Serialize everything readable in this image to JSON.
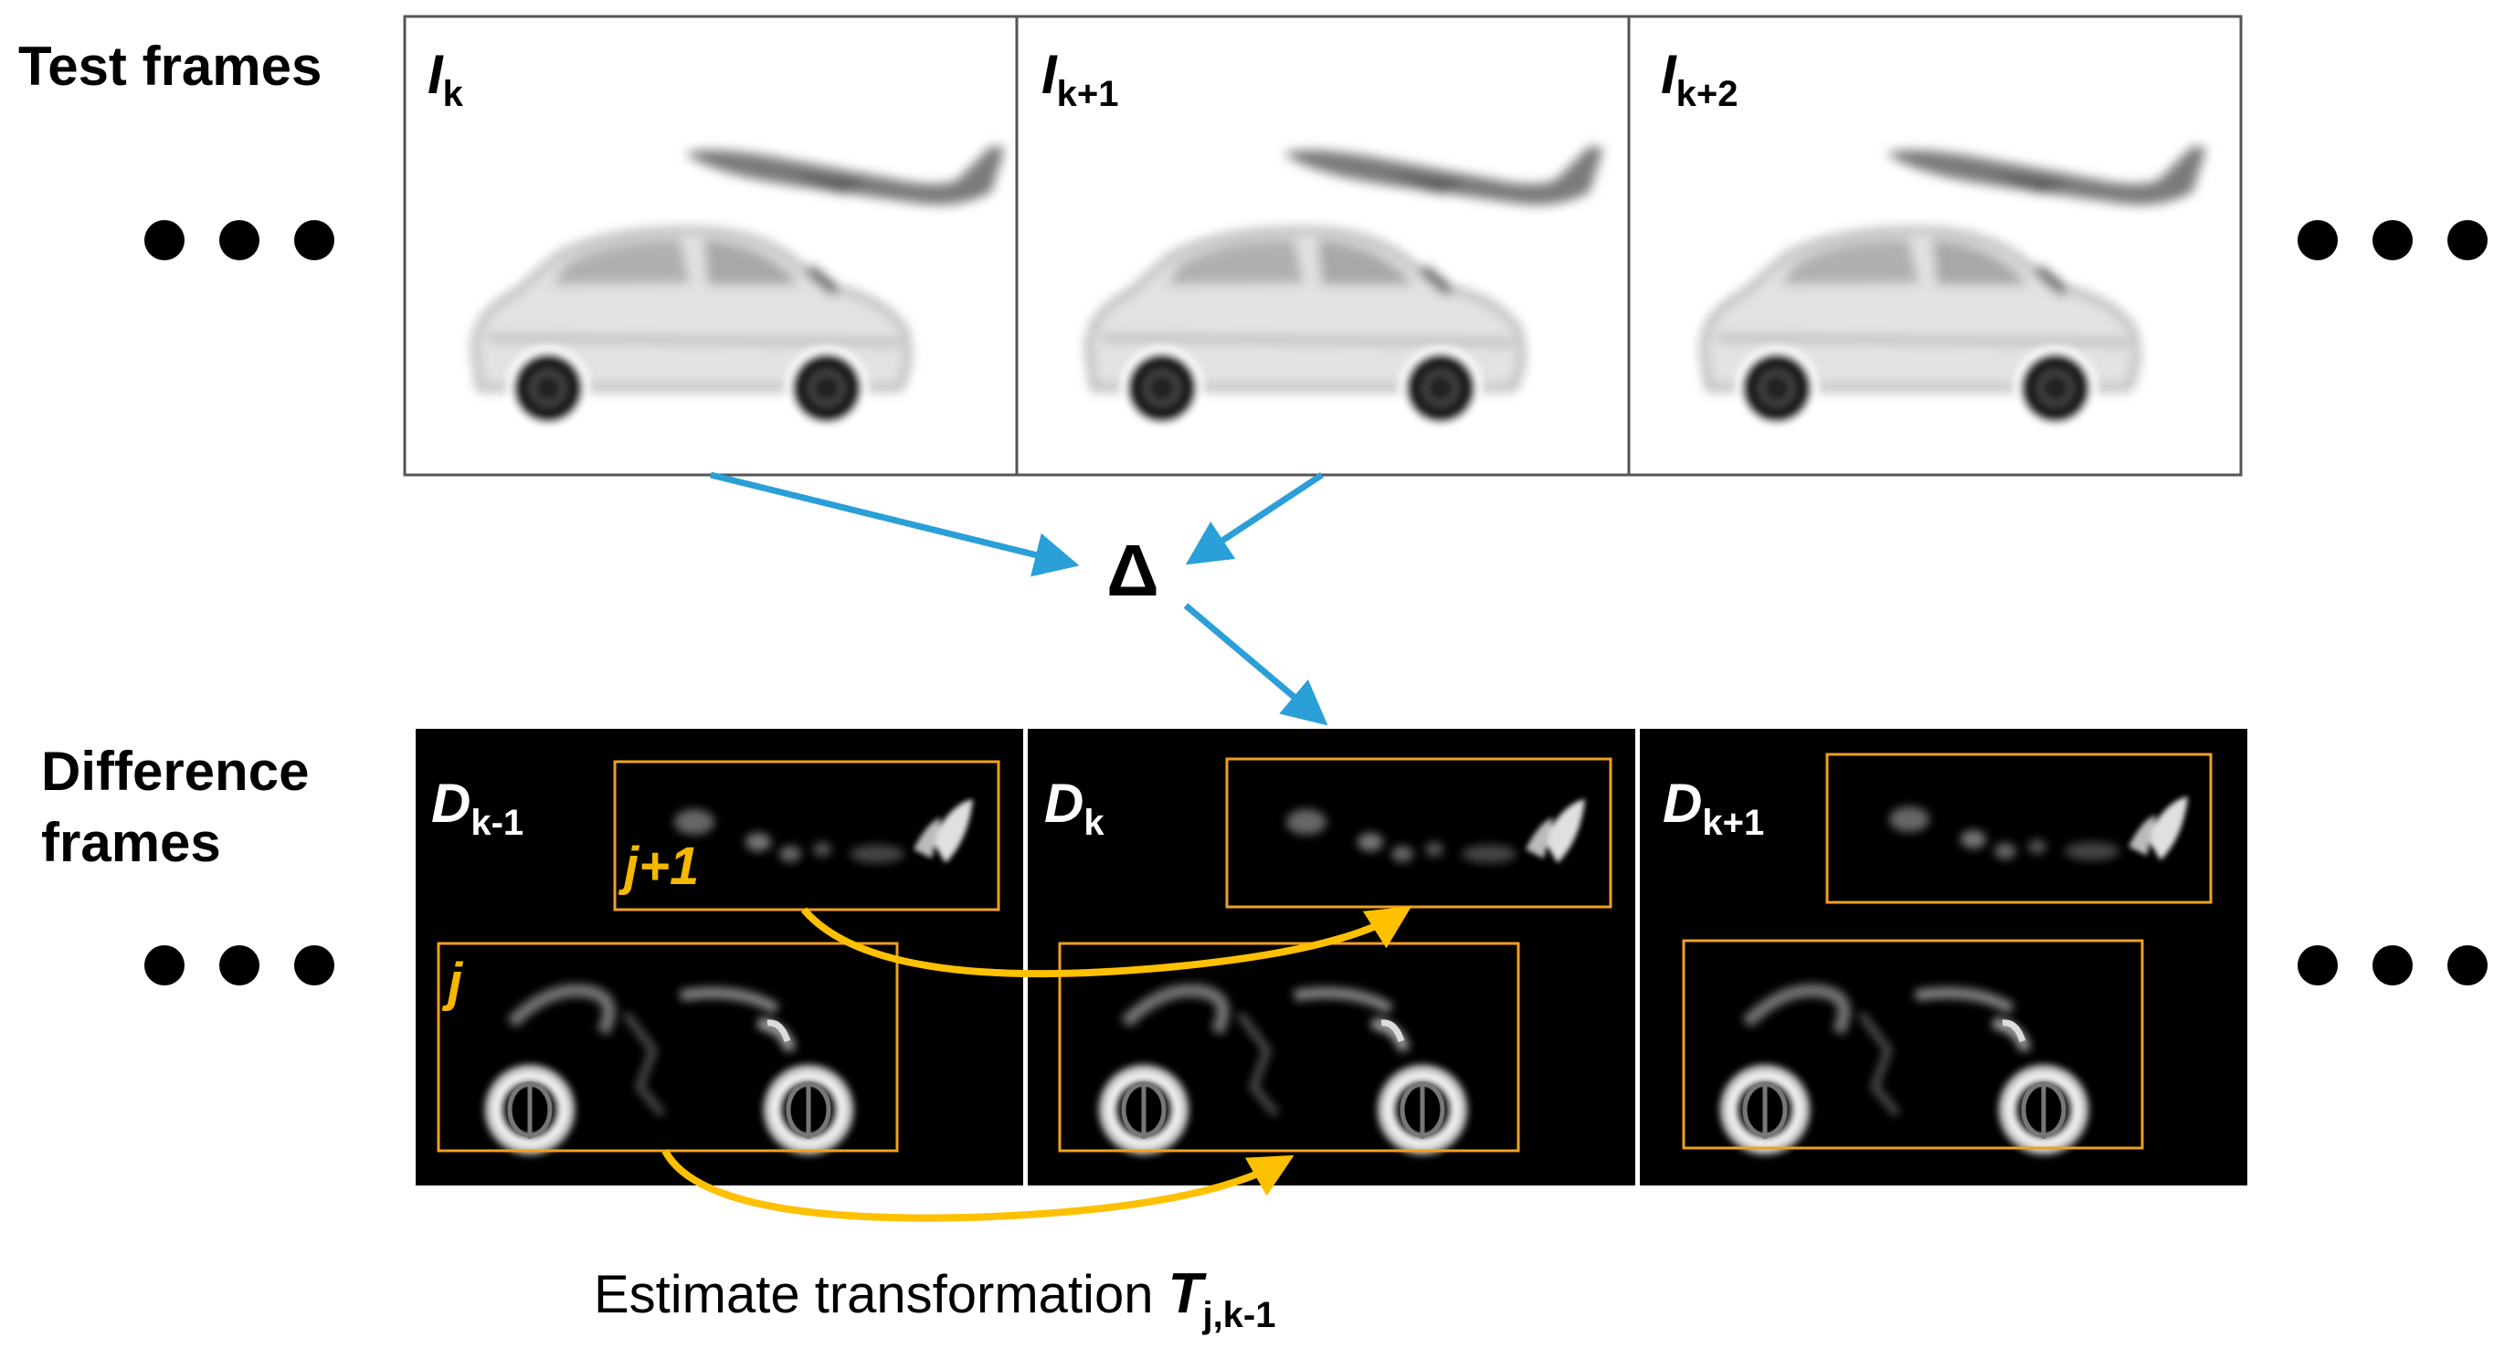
{
  "labels": {
    "test_frames": "Test frames",
    "difference_frames_line1": "Difference",
    "difference_frames_line2": "frames",
    "delta": "Δ",
    "estimate_prefix": "Estimate transformation ",
    "estimate_symbol": "T",
    "estimate_subscript": "j,k-1"
  },
  "test_frames": [
    {
      "symbol": "I",
      "subscript": "k"
    },
    {
      "symbol": "I",
      "subscript": "k+1"
    },
    {
      "symbol": "I",
      "subscript": "k+2"
    }
  ],
  "difference_frames": [
    {
      "symbol": "D",
      "subscript": "k-1",
      "box_labels": [
        "j+1",
        "j"
      ]
    },
    {
      "symbol": "D",
      "subscript": "k"
    },
    {
      "symbol": "D",
      "subscript": "k+1"
    }
  ],
  "colors": {
    "arrow_blue": "#2a9fd8",
    "box_orange": "#f0a020",
    "arrow_yellow": "#ffc000",
    "label_yellow": "#f5b800",
    "frame_border": "#555555",
    "diff_background": "#000000"
  },
  "icons": {
    "ellipsis": "three-dot-ellipsis-icon",
    "car": "car-image",
    "airplane": "airplane-image"
  }
}
